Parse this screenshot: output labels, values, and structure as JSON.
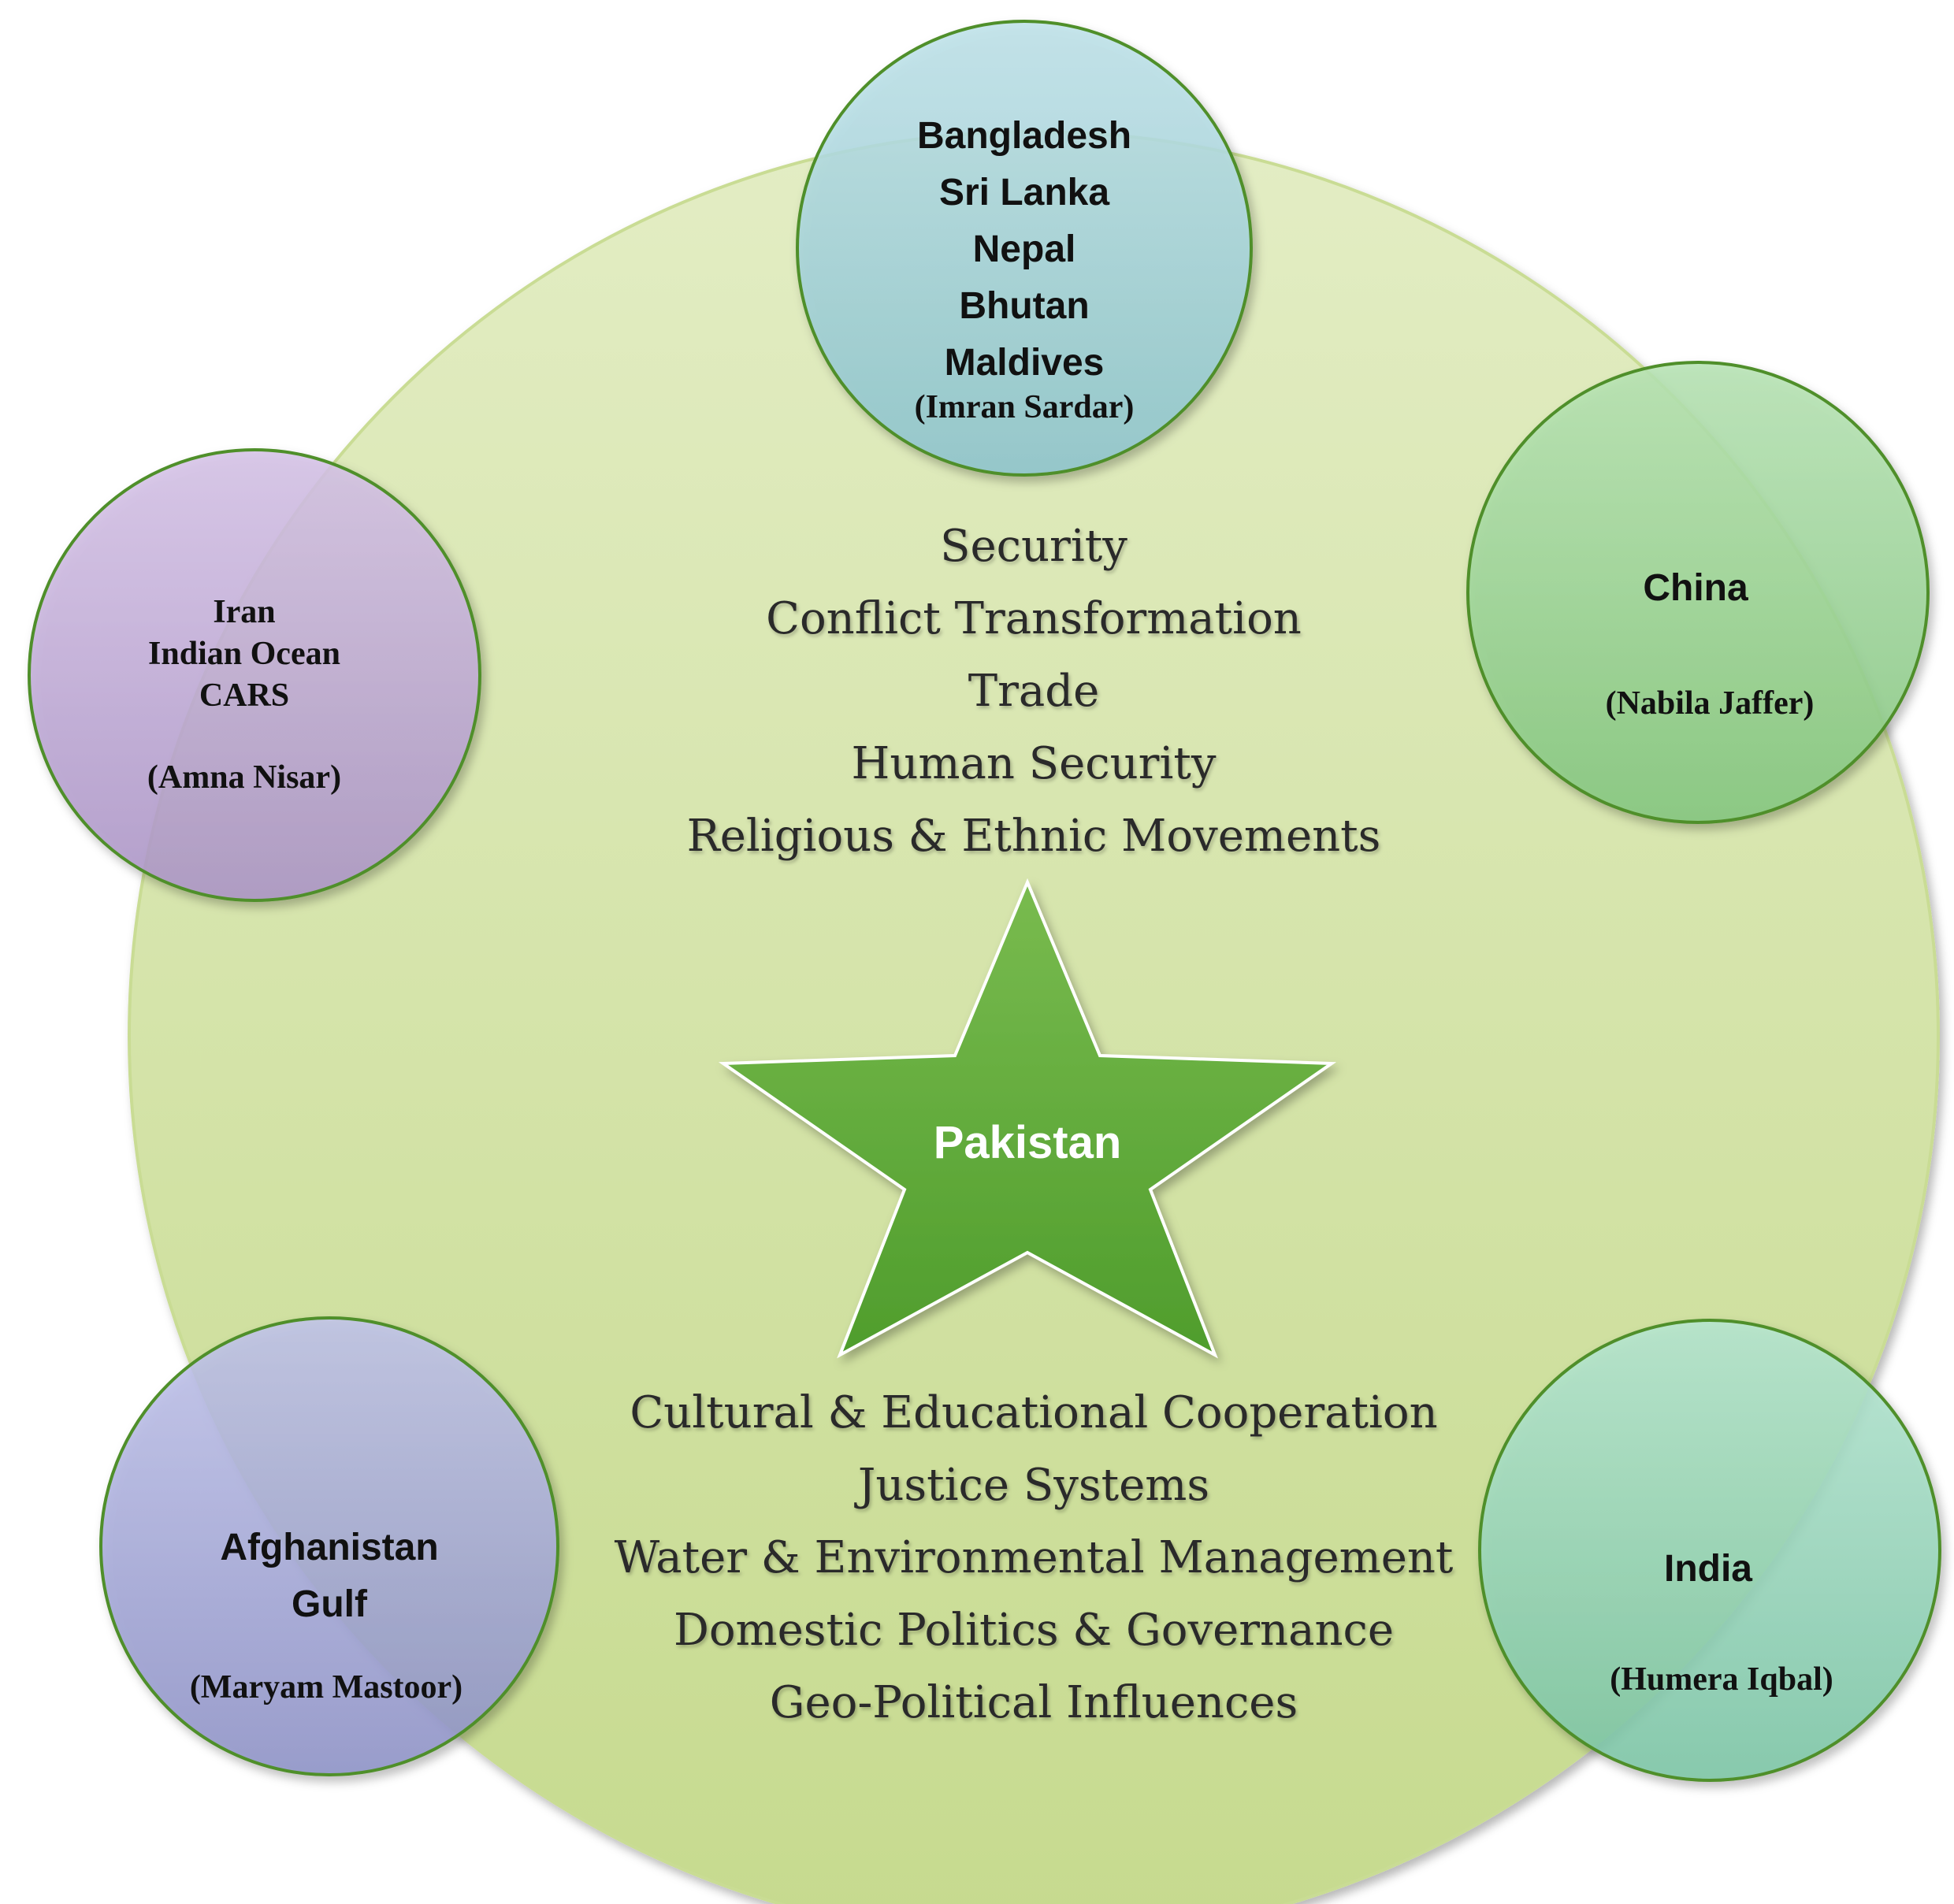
{
  "center": {
    "label": "Pakistan",
    "themes_top": [
      "Security",
      "Conflict Transformation",
      "Trade",
      "Human Security",
      "Religious & Ethnic Movements"
    ],
    "themes_bottom": [
      "Cultural  & Educational Cooperation",
      "Justice Systems",
      "Water & Environmental Management",
      "Domestic Politics & Governance",
      "Geo-Political Influences"
    ]
  },
  "nodes": {
    "south_asia": {
      "regions": [
        "Bangladesh",
        "Sri Lanka",
        "Nepal",
        "Bhutan",
        "Maldives"
      ],
      "person": "(Imran Sardar)"
    },
    "iran": {
      "regions": [
        "Iran",
        "Indian Ocean",
        "CARS"
      ],
      "person": "(Amna Nisar)"
    },
    "china": {
      "regions": [
        "China"
      ],
      "person": "(Nabila Jaffer)"
    },
    "afghanistan": {
      "regions": [
        "Afghanistan",
        "Gulf"
      ],
      "person": "(Maryam Mastoor)"
    },
    "india": {
      "regions": [
        "India"
      ],
      "person": "(Humera Iqbal)"
    }
  },
  "colors": {
    "big_circle": "#d4e3a6",
    "south_asia_circle": "#aad3dc",
    "iran_circle": "#c0a9d6",
    "china_circle": "#9ad49a",
    "afghanistan_circle": "#a6a9d9",
    "india_circle": "#93d5b8",
    "star": "#5fad39",
    "outline": "#4f8f2a"
  }
}
